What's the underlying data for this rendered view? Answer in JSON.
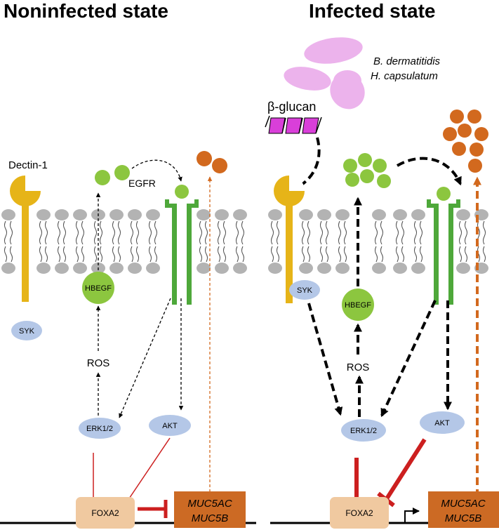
{
  "panels": {
    "left": {
      "title": "Noninfected state",
      "dectin": "Dectin-1",
      "egfr": "EGFR",
      "syk": "SYK",
      "hbegf": "HBEGF",
      "ros": "ROS",
      "erk": "ERK1/2",
      "akt": "AKT",
      "foxa2": "FOXA2",
      "muc1": "MUC5AC",
      "muc2": "MUC5B"
    },
    "right": {
      "title": "Infected state",
      "fungus1": "B. dermatitidis",
      "fungus2": "H. capsulatum",
      "glucan": "β-glucan",
      "syk": "SYK",
      "hbegf": "HBEGF",
      "ros": "ROS",
      "erk": "ERK1/2",
      "akt": "AKT",
      "foxa2": "FOXA2",
      "muc1": "MUC5AC",
      "muc2": "MUC5B"
    }
  },
  "colors": {
    "dectin": "#e6b418",
    "egfr_receptor": "#4ea83a",
    "ligand": "#8cc63f",
    "mucin_particle": "#d2691e",
    "muc_box": "#cc6a24",
    "foxa2_box": "#f0c9a0",
    "kinase_oval": "#b4c7e7",
    "inhibition": "#cc1f1f",
    "fungus": "#ecb3ec",
    "glucan_block": "#d93fd9",
    "membrane_head": "#b3b3b3"
  }
}
